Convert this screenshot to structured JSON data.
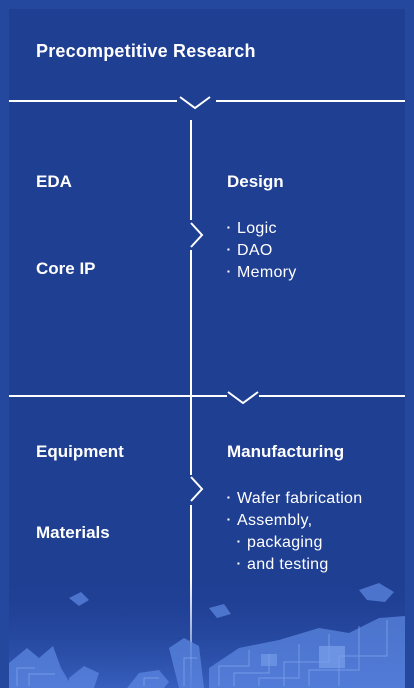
{
  "header": {
    "title": "Precompetitive Research"
  },
  "section1": {
    "left": [
      "EDA",
      "Core IP"
    ],
    "right_title": "Design",
    "bullets": [
      "Logic",
      "DAO",
      "Memory"
    ]
  },
  "section2": {
    "left": [
      "Equipment",
      "Materials"
    ],
    "right_title": "Manufacturing",
    "bullets": [
      "Wafer fabrication",
      "Assembly,",
      "packaging",
      "and testing"
    ]
  },
  "colors": {
    "background": "#1f3f93",
    "outer": "#24489e",
    "lines": "#ffffff"
  },
  "icons": [
    "chevron-down-icon",
    "chevron-right-icon",
    "circuit-board-decoration"
  ]
}
